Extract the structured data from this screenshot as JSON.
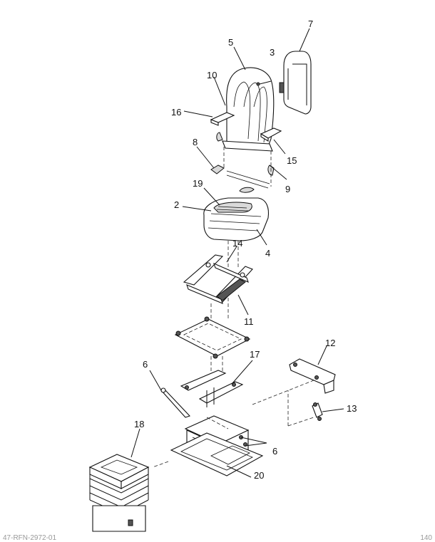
{
  "callouts": {
    "c2": "2",
    "c3": "3",
    "c4": "4",
    "c5": "5",
    "c6a": "6",
    "c6b": "6",
    "c7": "7",
    "c8": "8",
    "c9": "9",
    "c10": "10",
    "c11": "11",
    "c12": "12",
    "c13": "13",
    "c14": "14",
    "c15": "15",
    "c16": "16",
    "c17": "17",
    "c18": "18",
    "c19": "19",
    "c20": "20"
  },
  "parts": {
    "backrest": "seat-backrest",
    "armrest": "armrest",
    "seat_cushion": "seat-cushion",
    "slide_rails": "seat-slide-rails",
    "mounting_frame": "mounting-frame",
    "suspension_brackets": "suspension-brackets",
    "suspension_base": "suspension-base",
    "bellows_cover": "bellows-cover",
    "side_bracket": "side-bracket",
    "small_bracket": "small-bracket"
  },
  "footer": {
    "left": "47-RFN-2972-01",
    "right": "140"
  },
  "colors": {
    "line": "#111111",
    "fill_shade": "#d9d9d9",
    "background": "#ffffff"
  }
}
